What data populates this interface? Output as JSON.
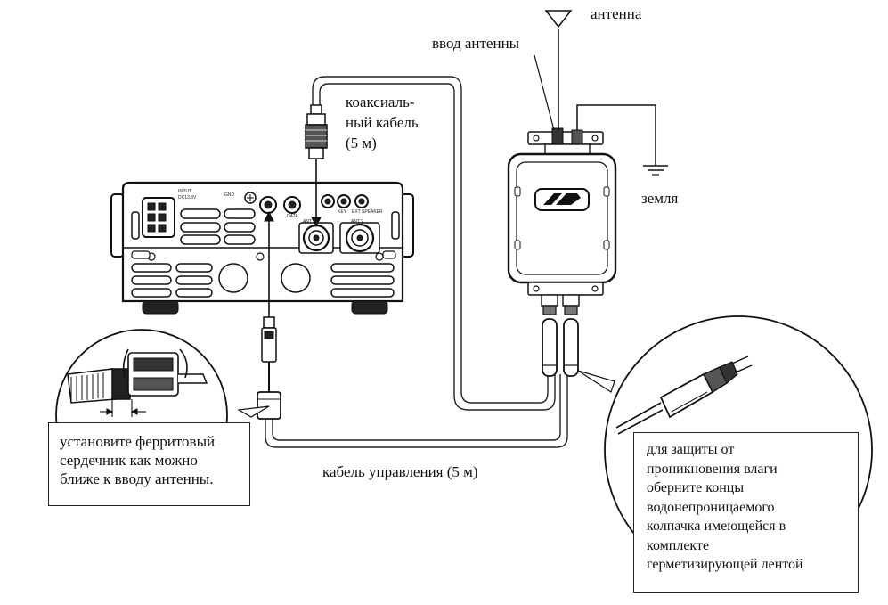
{
  "labels": {
    "antenna": "антенна",
    "antenna_input": "ввод антенны",
    "coax_line1": "коаксиаль-",
    "coax_line2": "ный кабель",
    "coax_line3": "(5 м)",
    "ground": "земля",
    "control_cable": "кабель управления (5 м)"
  },
  "notes": {
    "ferrite": [
      "установите ферритовый",
      "сердечник как можно",
      "ближе к вводу антенны."
    ],
    "waterproof": [
      "для защиты от",
      "проникновения влаги",
      "оберните концы",
      "водонепроницаемого",
      "колпачка имеющейся в",
      "комплекте",
      "герметизирующей лентой"
    ]
  },
  "panel_text": {
    "input": "INPUT",
    "input_sub": "DC13.8V",
    "gnd": "GND",
    "data": "DATA",
    "key": "KEY",
    "ext_speaker": "EXT SPEAKER",
    "ant1": "ANT 1",
    "ant2": "ANT 2"
  }
}
